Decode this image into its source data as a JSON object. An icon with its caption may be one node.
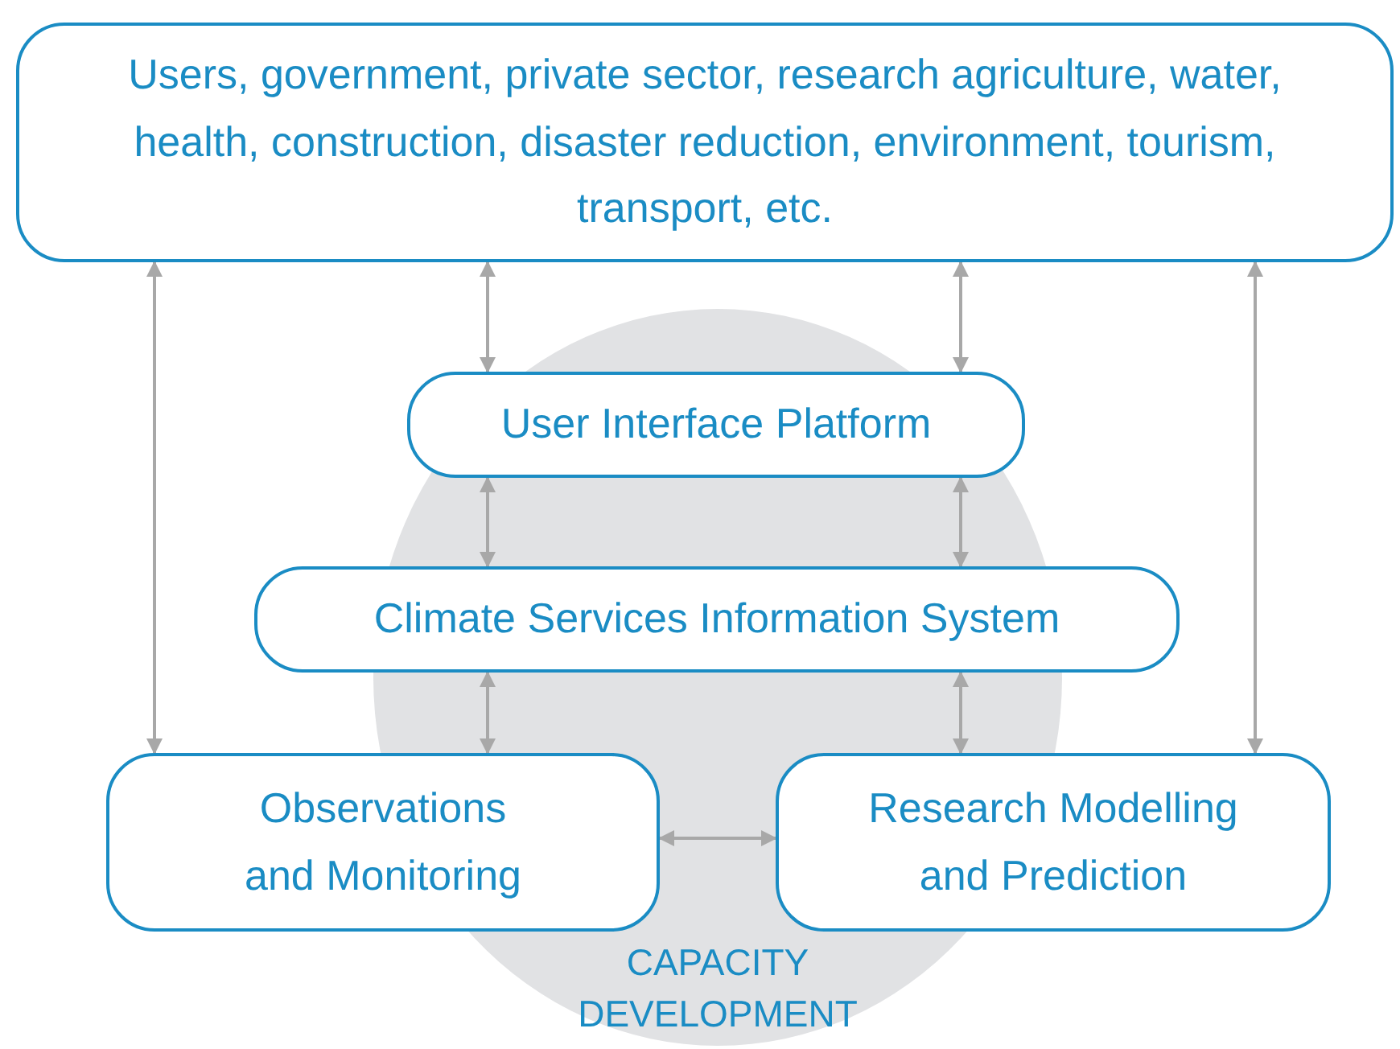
{
  "diagram": {
    "nodes": [
      {
        "text": [
          "Users, government, private sector, research agriculture, water, health, construction, disaster reduction, environment, tourism, transport, etc."
        ]
      },
      {
        "text": [
          "User Interface Platform"
        ]
      },
      {
        "text": [
          "Climate Services Information System"
        ]
      },
      {
        "text": [
          "Observations and Monitoring"
        ]
      },
      {
        "text": [
          "Research Modelling and Prediction"
        ]
      }
    ],
    "edges": [
      {
        "from": 0,
        "to": 3,
        "arrow": "both"
      },
      {
        "from": 0,
        "to": 1,
        "arrow": "both"
      },
      {
        "from": 0,
        "to": 1,
        "arrow": "both"
      },
      {
        "from": 0,
        "to": 4,
        "arrow": "both"
      },
      {
        "from": 1,
        "to": 2,
        "arrow": "both"
      },
      {
        "from": 1,
        "to": 2,
        "arrow": "both"
      },
      {
        "from": 2,
        "to": 3,
        "arrow": "both"
      },
      {
        "from": 2,
        "to": 4,
        "arrow": "both"
      },
      {
        "from": 3,
        "to": 4,
        "arrow": "both"
      }
    ],
    "labels": [
      "CAPACITY DEVELOPMENT"
    ]
  }
}
